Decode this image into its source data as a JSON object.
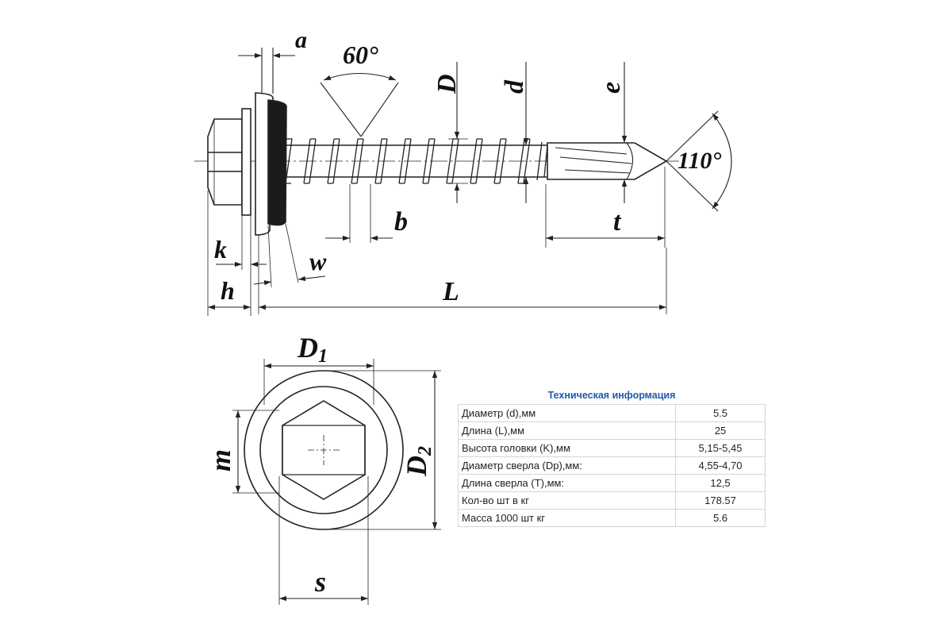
{
  "drawing": {
    "labels": {
      "a": "a",
      "angle_thread": "60°",
      "D": "D",
      "d": "d",
      "e": "e",
      "angle_tip": "110°",
      "b": "b",
      "t": "t",
      "k": "k",
      "w": "w",
      "h": "h",
      "L": "L",
      "D1_base": "D",
      "D1_sub": "1",
      "D2_base": "D",
      "D2_sub": "2",
      "m": "m",
      "s": "s"
    }
  },
  "spec": {
    "title": "Техническая информация",
    "rows": [
      {
        "label": "Диаметр (d),мм",
        "value": "5.5"
      },
      {
        "label": "Длина (L),мм",
        "value": "25"
      },
      {
        "label": "Высота головки (K),мм",
        "value": "5,15-5,45"
      },
      {
        "label": "Диаметр сверла (Dp),мм:",
        "value": "4,55-4,70"
      },
      {
        "label": "Длина сверла (T),мм:",
        "value": "12,5"
      },
      {
        "label": "Кол-во шт в кг",
        "value": "178.57"
      },
      {
        "label": "Масса 1000 шт кг",
        "value": "5.6"
      }
    ]
  }
}
